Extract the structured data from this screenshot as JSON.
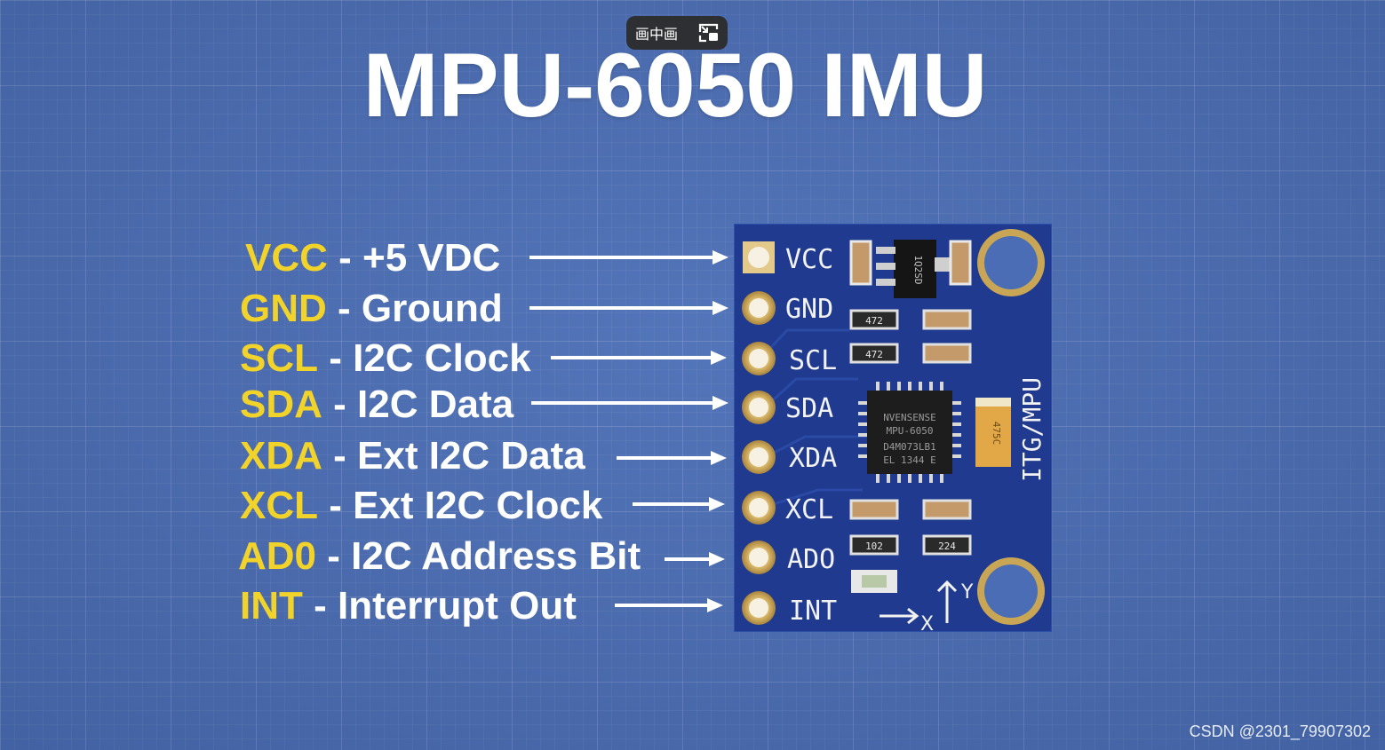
{
  "overlay": {
    "pip_label": "画中画"
  },
  "title": "MPU-6050 IMU",
  "pins": [
    {
      "name": "VCC",
      "sep": " - ",
      "desc": "+5 VDC"
    },
    {
      "name": "GND",
      "sep": " - ",
      "desc": "Ground"
    },
    {
      "name": "SCL",
      "sep": " - ",
      "desc": "I2C Clock"
    },
    {
      "name": "SDA",
      "sep": " - ",
      "desc": "I2C Data"
    },
    {
      "name": "XDA",
      "sep": " - ",
      "desc": "Ext I2C Data"
    },
    {
      "name": "XCL",
      "sep": " - ",
      "desc": "Ext I2C Clock"
    },
    {
      "name": "AD0",
      "sep": " - ",
      "desc": "I2C Address Bit"
    },
    {
      "name": "INT",
      "sep": " - ",
      "desc": "Interrupt Out"
    }
  ],
  "board": {
    "silk_labels": [
      "VCC",
      "GND",
      "SCL",
      "SDA",
      "XDA",
      "XCL",
      "ADO",
      "INT"
    ],
    "chip_lines": [
      "NVENSENSE",
      "MPU-6050",
      "D4M073LB1",
      "EL 1344 E"
    ],
    "side_label": "ITG/MPU",
    "regulator_text": "1Q2SD",
    "resistor_codes": [
      "472",
      "472",
      "102",
      "224"
    ],
    "cap_text": "475C",
    "axis_x": "X",
    "axis_y": "Y"
  },
  "watermark": "CSDN @2301_79907302",
  "colors": {
    "background": "#4a6db5",
    "pin_name": "#f2d32a",
    "pin_desc": "#ffffff",
    "board": "#1f3a8f",
    "pad": "#d9b86a"
  }
}
